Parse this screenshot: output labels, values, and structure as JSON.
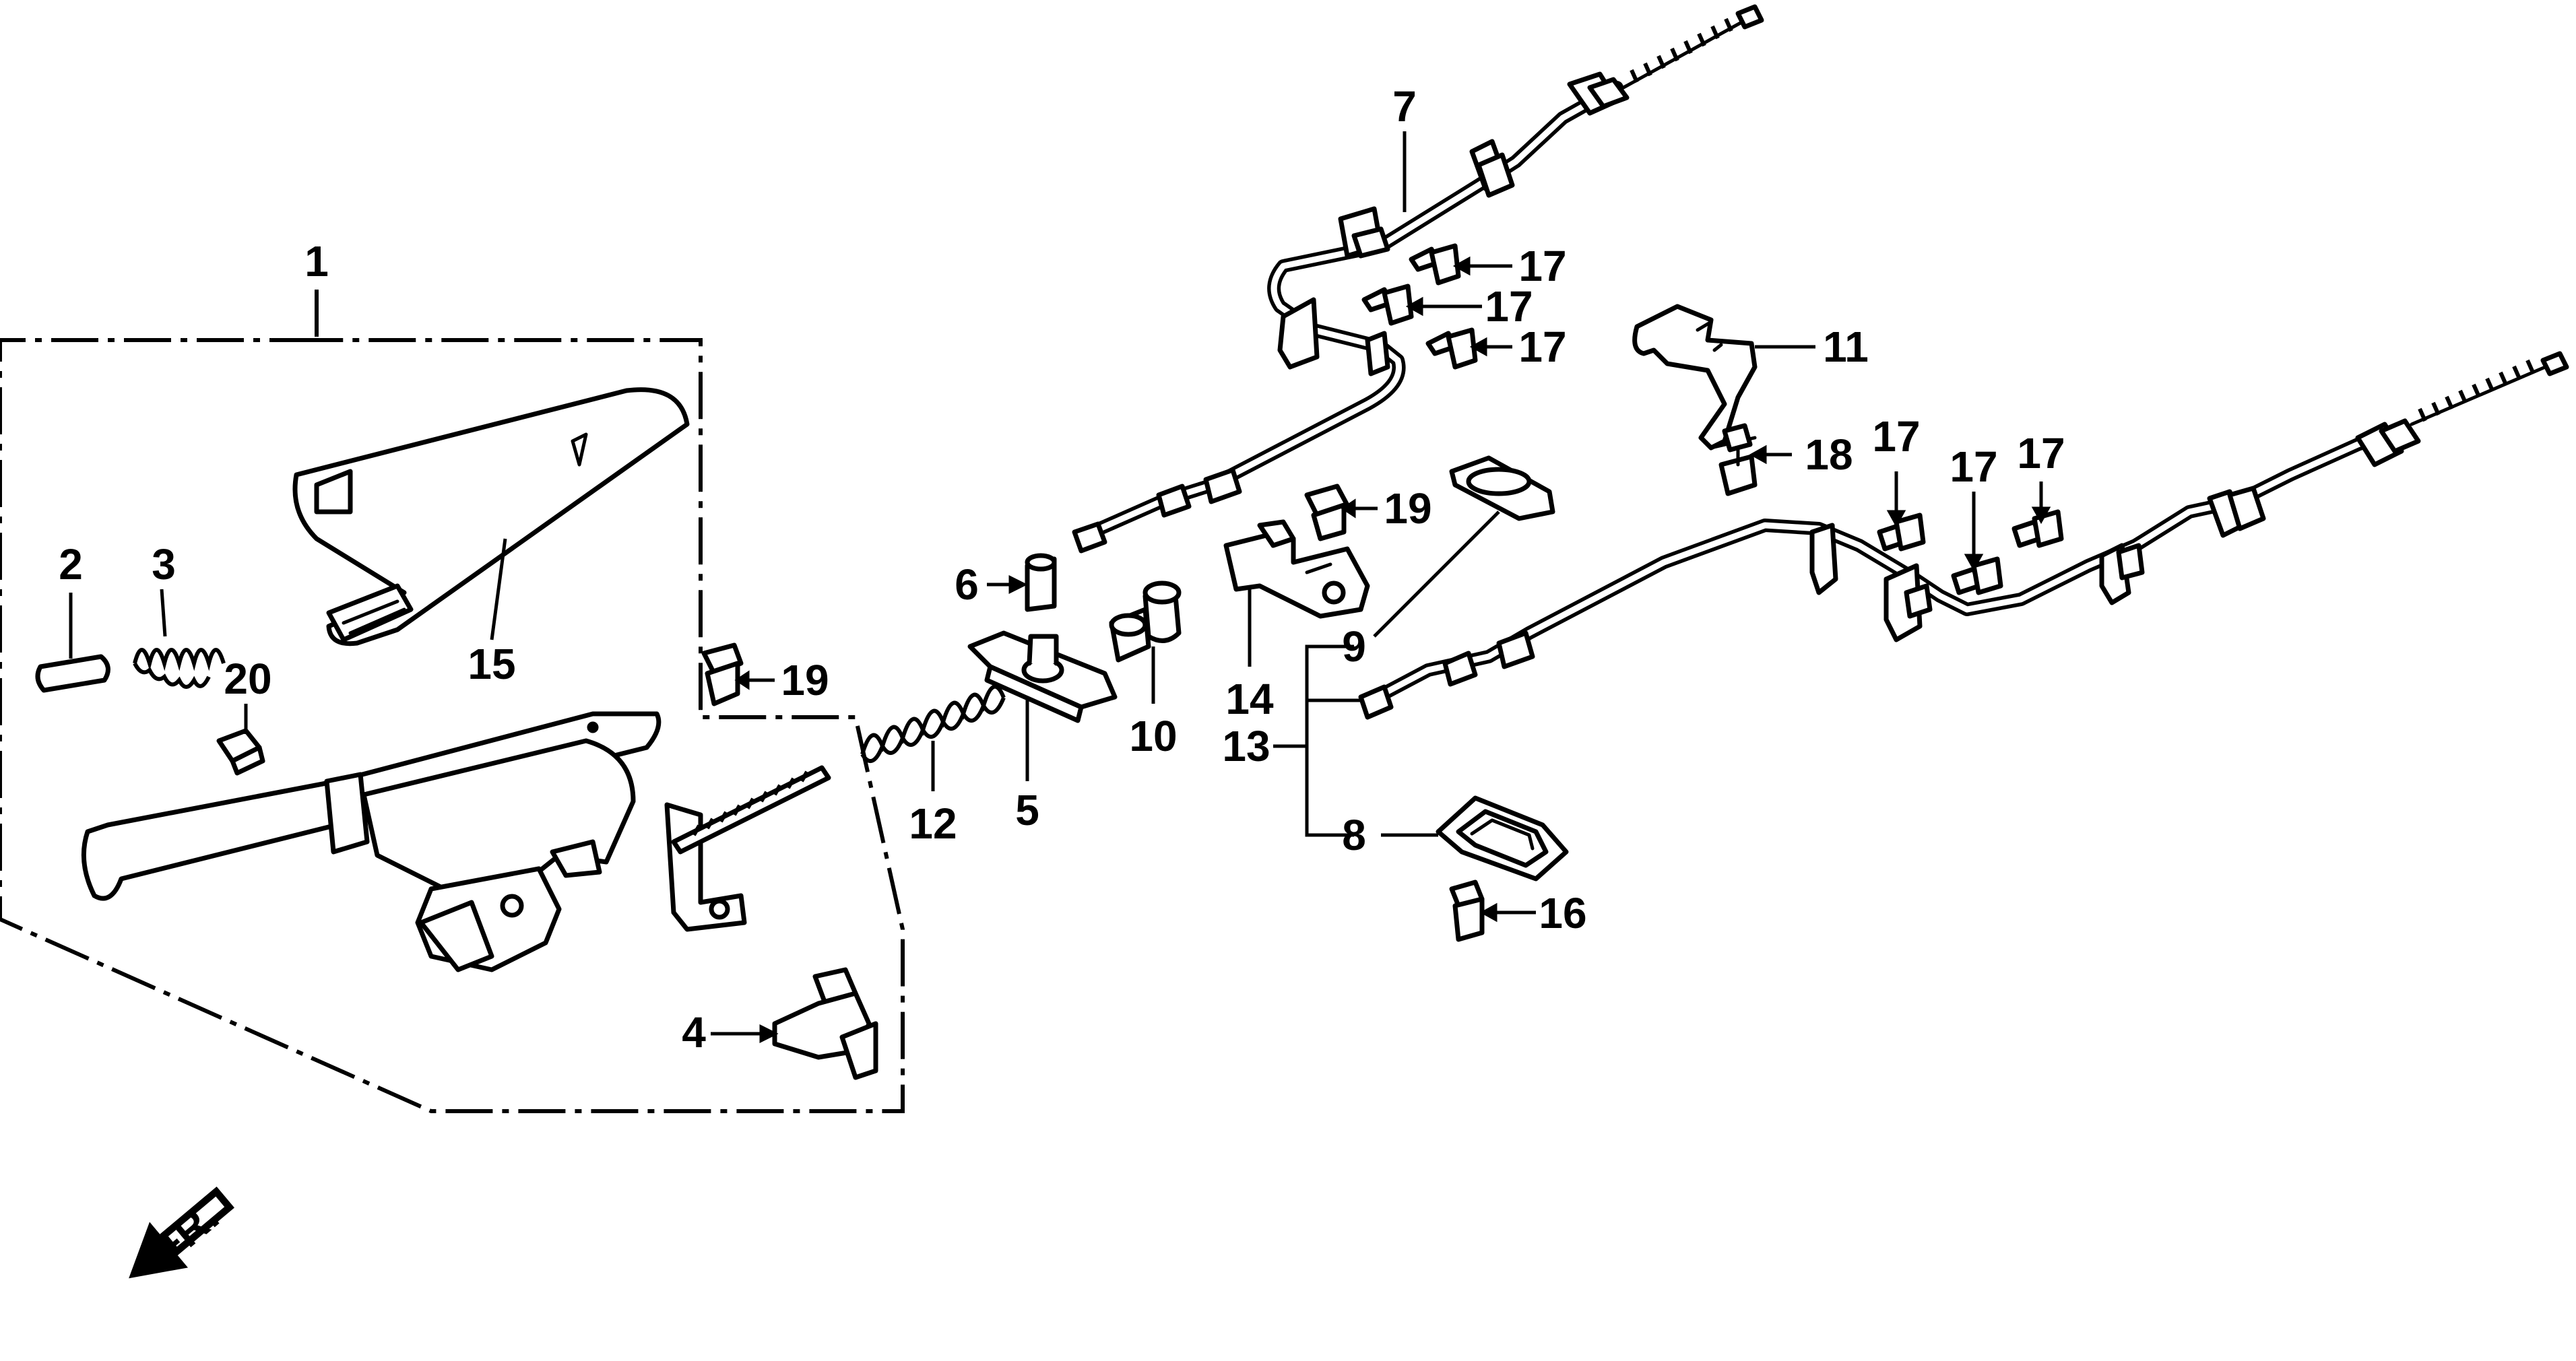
{
  "callouts": [
    {
      "id": "c1",
      "text": "1"
    },
    {
      "id": "c2",
      "text": "2"
    },
    {
      "id": "c3",
      "text": "3"
    },
    {
      "id": "c4",
      "text": "4"
    },
    {
      "id": "c5",
      "text": "5"
    },
    {
      "id": "c6",
      "text": "6"
    },
    {
      "id": "c7",
      "text": "7"
    },
    {
      "id": "c8",
      "text": "8"
    },
    {
      "id": "c9",
      "text": "9"
    },
    {
      "id": "c10",
      "text": "10"
    },
    {
      "id": "c11",
      "text": "11"
    },
    {
      "id": "c12",
      "text": "12"
    },
    {
      "id": "c13",
      "text": "13"
    },
    {
      "id": "c14",
      "text": "14"
    },
    {
      "id": "c15",
      "text": "15"
    },
    {
      "id": "c16",
      "text": "16"
    },
    {
      "id": "c17a",
      "text": "17"
    },
    {
      "id": "c17b",
      "text": "17"
    },
    {
      "id": "c17c",
      "text": "17"
    },
    {
      "id": "c17d",
      "text": "17"
    },
    {
      "id": "c17e",
      "text": "17"
    },
    {
      "id": "c17f",
      "text": "17"
    },
    {
      "id": "c18",
      "text": "18"
    },
    {
      "id": "c19a",
      "text": "19"
    },
    {
      "id": "c19b",
      "text": "19"
    },
    {
      "id": "c20",
      "text": "20"
    }
  ],
  "front_marker": {
    "text": "FR.",
    "icon": "front-arrow-icon"
  }
}
